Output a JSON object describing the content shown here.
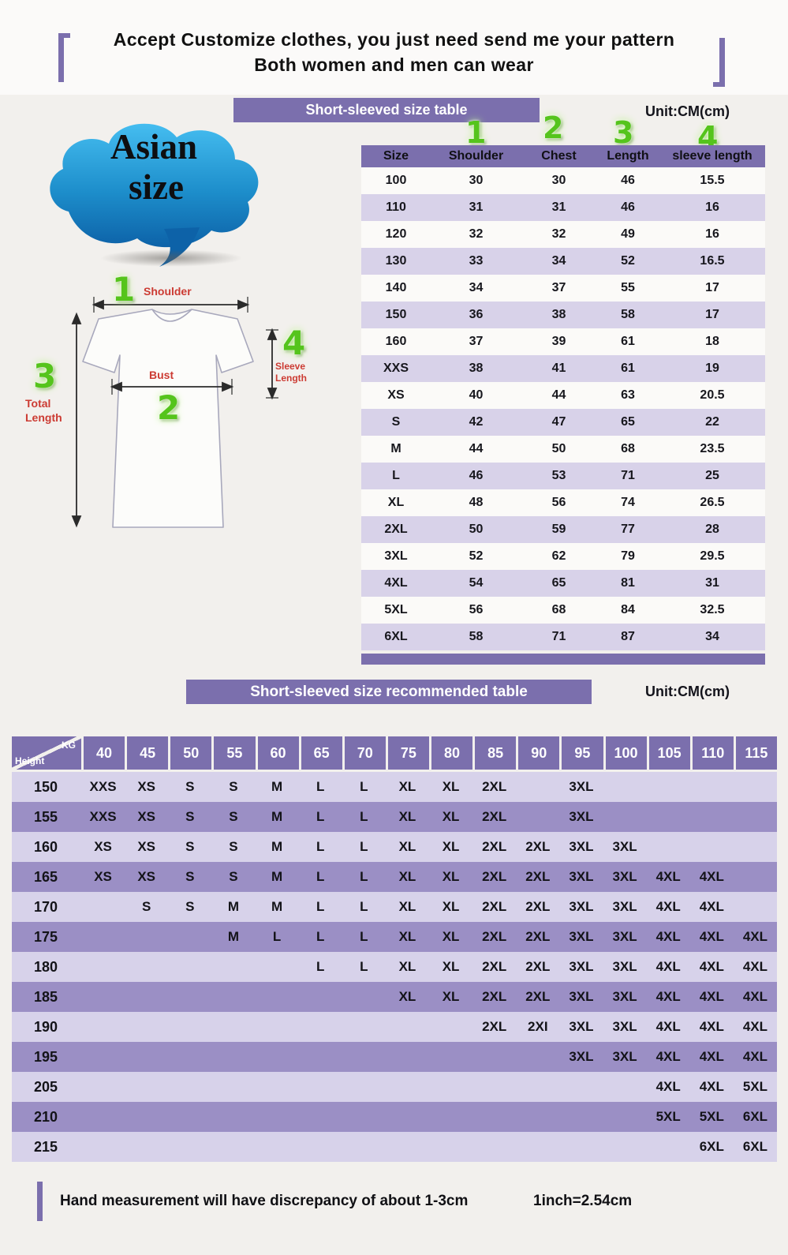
{
  "banner": {
    "line1": "Accept Customize clothes, you just need send me your pattern",
    "line2": "Both women and men can wear"
  },
  "cloud": {
    "line1": "Asian",
    "line2": "size"
  },
  "diagram": {
    "num1": "1",
    "num2": "2",
    "num3": "3",
    "num4": "4",
    "shoulder_label": "Shoulder",
    "bust_label": "Bust",
    "total_length_line1": "Total",
    "total_length_line2": "Length",
    "sleeve_length_line1": "Sleeve",
    "sleeve_length_line2": "Length"
  },
  "footer": {
    "note": "Hand measurement will have discrepancy of about  1-3cm",
    "conversion": "1inch=2.54cm"
  },
  "colors": {
    "purple": "#7b6fad",
    "table_row_light": "#d8d2e9",
    "table_row_white": "#fbfaf8",
    "recommend_row_light": "#d7d2ea",
    "recommend_row_dark": "#9b8fc5",
    "green_number": "#55c41c",
    "label_red": "#cc3b33",
    "cloud_blue": "#1d8ecb"
  },
  "chart_data": [
    {
      "type": "table",
      "title": "Short-sleeved size  table",
      "unit": "Unit:CM(cm)",
      "column_numbers": [
        "1",
        "2",
        "3",
        "4"
      ],
      "columns": [
        "Size",
        "Shoulder",
        "Chest",
        "Length",
        "sleeve length"
      ],
      "rows": [
        [
          "100",
          "30",
          "30",
          "46",
          "15.5"
        ],
        [
          "110",
          "31",
          "31",
          "46",
          "16"
        ],
        [
          "120",
          "32",
          "32",
          "49",
          "16"
        ],
        [
          "130",
          "33",
          "34",
          "52",
          "16.5"
        ],
        [
          "140",
          "34",
          "37",
          "55",
          "17"
        ],
        [
          "150",
          "36",
          "38",
          "58",
          "17"
        ],
        [
          "160",
          "37",
          "39",
          "61",
          "18"
        ],
        [
          "XXS",
          "38",
          "41",
          "61",
          "19"
        ],
        [
          "XS",
          "40",
          "44",
          "63",
          "20.5"
        ],
        [
          "S",
          "42",
          "47",
          "65",
          "22"
        ],
        [
          "M",
          "44",
          "50",
          "68",
          "23.5"
        ],
        [
          "L",
          "46",
          "53",
          "71",
          "25"
        ],
        [
          "XL",
          "48",
          "56",
          "74",
          "26.5"
        ],
        [
          "2XL",
          "50",
          "59",
          "77",
          "28"
        ],
        [
          "3XL",
          "52",
          "62",
          "79",
          "29.5"
        ],
        [
          "4XL",
          "54",
          "65",
          "81",
          "31"
        ],
        [
          "5XL",
          "56",
          "68",
          "84",
          "32.5"
        ],
        [
          "6XL",
          "58",
          "71",
          "87",
          "34"
        ]
      ]
    },
    {
      "type": "table",
      "title": "Short-sleeved size recommended table",
      "unit": "Unit:CM(cm)",
      "corner_top": "KG",
      "corner_bottom": "Height",
      "weights": [
        "40",
        "45",
        "50",
        "55",
        "60",
        "65",
        "70",
        "75",
        "80",
        "85",
        "90",
        "95",
        "100",
        "105",
        "110",
        "115"
      ],
      "rows": [
        {
          "height": "150",
          "cells": [
            "XXS",
            "XS",
            "S",
            "S",
            "M",
            "L",
            "L",
            "XL",
            "XL",
            "2XL",
            "",
            "3XL",
            "",
            "",
            "",
            ""
          ]
        },
        {
          "height": "155",
          "cells": [
            "XXS",
            "XS",
            "S",
            "S",
            "M",
            "L",
            "L",
            "XL",
            "XL",
            "2XL",
            "",
            "3XL",
            "",
            "",
            "",
            ""
          ]
        },
        {
          "height": "160",
          "cells": [
            "XS",
            "XS",
            "S",
            "S",
            "M",
            "L",
            "L",
            "XL",
            "XL",
            "2XL",
            "2XL",
            "3XL",
            "3XL",
            "",
            "",
            ""
          ]
        },
        {
          "height": "165",
          "cells": [
            "XS",
            "XS",
            "S",
            "S",
            "M",
            "L",
            "L",
            "XL",
            "XL",
            "2XL",
            "2XL",
            "3XL",
            "3XL",
            "4XL",
            "4XL",
            ""
          ]
        },
        {
          "height": "170",
          "cells": [
            "",
            "S",
            "S",
            "M",
            "M",
            "L",
            "L",
            "XL",
            "XL",
            "2XL",
            "2XL",
            "3XL",
            "3XL",
            "4XL",
            "4XL",
            ""
          ]
        },
        {
          "height": "175",
          "cells": [
            "",
            "",
            "",
            "M",
            "L",
            "L",
            "L",
            "XL",
            "XL",
            "2XL",
            "2XL",
            "3XL",
            "3XL",
            "4XL",
            "4XL",
            "4XL"
          ]
        },
        {
          "height": "180",
          "cells": [
            "",
            "",
            "",
            "",
            "",
            "L",
            "L",
            "XL",
            "XL",
            "2XL",
            "2XL",
            "3XL",
            "3XL",
            "4XL",
            "4XL",
            "4XL"
          ]
        },
        {
          "height": "185",
          "cells": [
            "",
            "",
            "",
            "",
            "",
            "",
            "",
            "XL",
            "XL",
            "2XL",
            "2XL",
            "3XL",
            "3XL",
            "4XL",
            "4XL",
            "4XL"
          ]
        },
        {
          "height": "190",
          "cells": [
            "",
            "",
            "",
            "",
            "",
            "",
            "",
            "",
            "",
            "2XL",
            "2XI",
            "3XL",
            "3XL",
            "4XL",
            "4XL",
            "4XL"
          ]
        },
        {
          "height": "195",
          "cells": [
            "",
            "",
            "",
            "",
            "",
            "",
            "",
            "",
            "",
            "",
            "",
            "3XL",
            "3XL",
            "4XL",
            "4XL",
            "4XL"
          ]
        },
        {
          "height": "205",
          "cells": [
            "",
            "",
            "",
            "",
            "",
            "",
            "",
            "",
            "",
            "",
            "",
            "",
            "",
            "4XL",
            "4XL",
            "5XL"
          ]
        },
        {
          "height": "210",
          "cells": [
            "",
            "",
            "",
            "",
            "",
            "",
            "",
            "",
            "",
            "",
            "",
            "",
            "",
            "5XL",
            "5XL",
            "6XL"
          ]
        },
        {
          "height": "215",
          "cells": [
            "",
            "",
            "",
            "",
            "",
            "",
            "",
            "",
            "",
            "",
            "",
            "",
            "",
            "",
            "6XL",
            "6XL"
          ]
        }
      ]
    }
  ]
}
